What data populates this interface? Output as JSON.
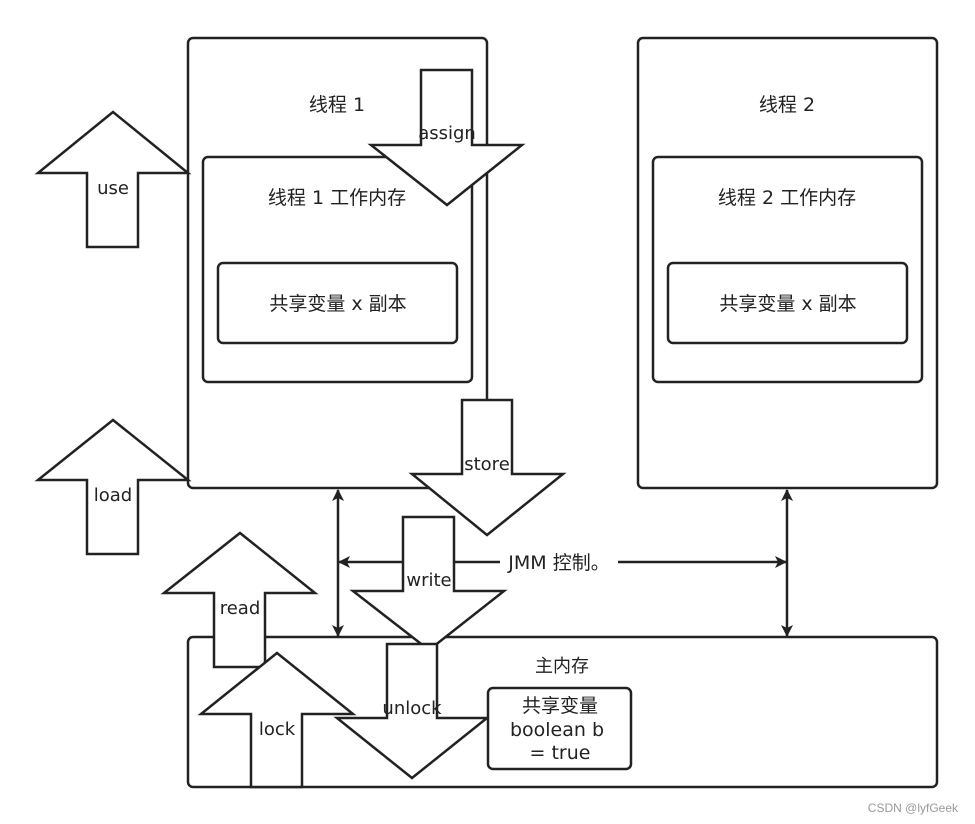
{
  "thread1": {
    "title": "线程 1",
    "work_memory_title": "线程 1 工作内存",
    "copy_label": "共享变量 x 副本"
  },
  "thread2": {
    "title": "线程 2",
    "work_memory_title": "线程 2 工作内存",
    "copy_label": "共享变量 x 副本"
  },
  "main_memory": {
    "title": "主内存",
    "shared_var_line1": "共享变量",
    "shared_var_line2": "boolean b",
    "shared_var_line3": "= true"
  },
  "operations": {
    "use": "use",
    "load": "load",
    "assign": "assign",
    "store": "store",
    "write": "write",
    "read": "read",
    "lock": "lock",
    "unlock": "unlock"
  },
  "jmm_label": "JMM 控制。",
  "watermark": "CSDN @lyfGeek",
  "colors": {
    "stroke": "#222222",
    "fill": "#ffffff",
    "watermark": "#999999"
  }
}
